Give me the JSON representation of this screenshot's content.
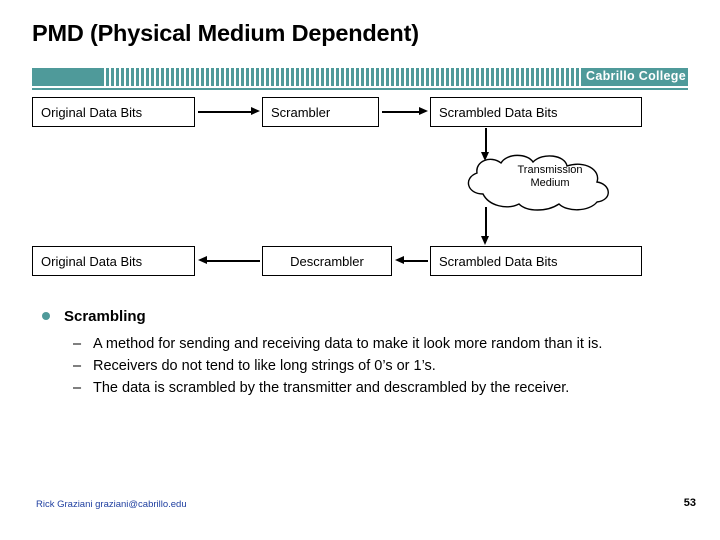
{
  "slide": {
    "title": "PMD (Physical Medium Dependent)",
    "banner_label": "Cabrillo College",
    "banner_color": "#4f9a9a"
  },
  "diagram": {
    "top_row": {
      "source": "Original Data Bits",
      "process": "Scrambler",
      "output": "Scrambled Data Bits"
    },
    "bottom_row": {
      "output": "Original Data Bits",
      "process": "Descrambler",
      "source": "Scrambled Data Bits"
    },
    "cloud": {
      "line1": "Transmission",
      "line2": "Medium"
    }
  },
  "content": {
    "heading": "Scrambling",
    "points": [
      "A method for sending and receiving data to make it look more random than it is.",
      "Receivers do not tend to like long strings of 0’s or 1’s.",
      "The data is scrambled by the transmitter and descrambled by the receiver."
    ],
    "dash": "–"
  },
  "footer": {
    "credit": "Rick Graziani graziani@cabrillo.edu",
    "page_number": "53"
  }
}
